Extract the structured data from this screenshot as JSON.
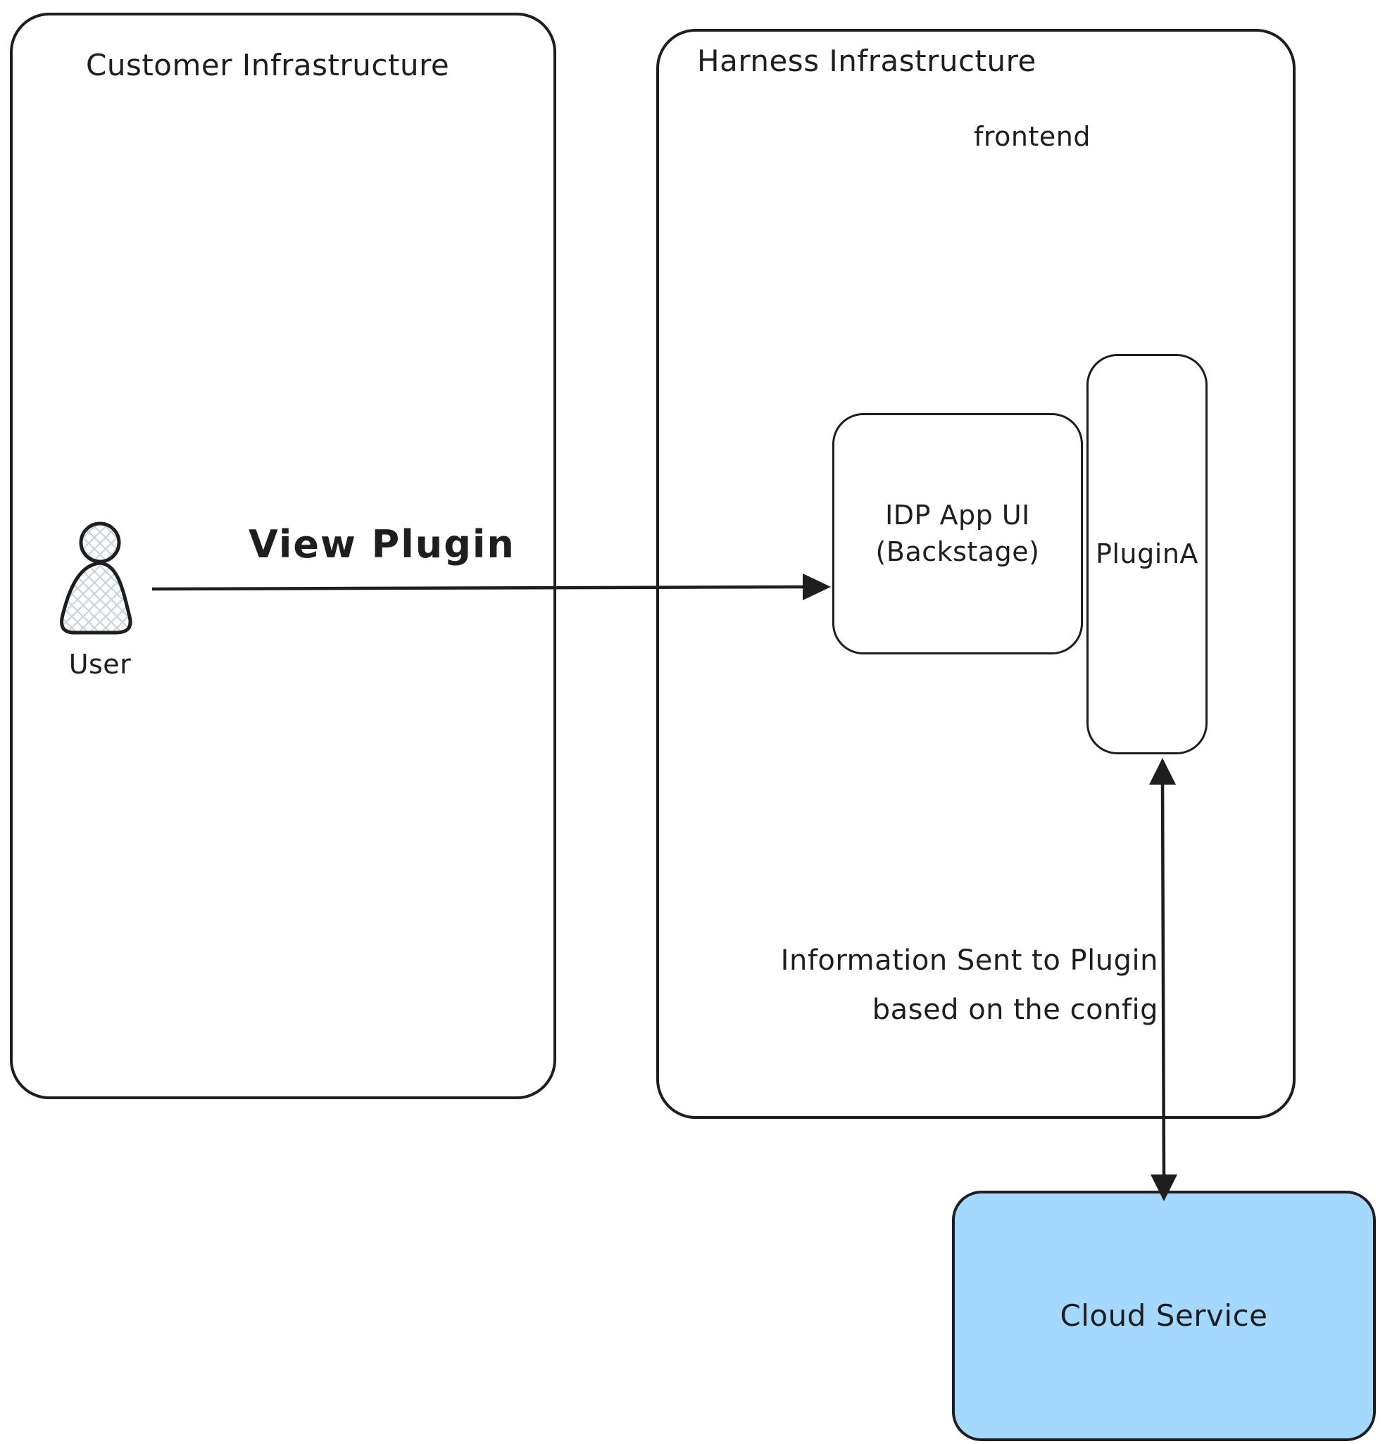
{
  "diagram": {
    "customer_box": {
      "label": "Customer Infrastructure"
    },
    "harness_box": {
      "label": "Harness Infrastructure",
      "sublabel": "frontend"
    },
    "idp_box": {
      "line1": "IDP App UI",
      "line2": "(Backstage)"
    },
    "plugin_box": {
      "label": "PluginA"
    },
    "cloud_box": {
      "label": "Cloud Service"
    },
    "user": {
      "label": "User"
    },
    "arrows": {
      "view_plugin": {
        "label": "View Plugin"
      },
      "info_sent": {
        "line1": "Information Sent to Plugin",
        "line2": "based on the config"
      }
    },
    "colors": {
      "stroke": "#1e1e1e",
      "cloud_fill": "#a5d8ff",
      "hatch": "#c9d2dc",
      "background": "#ffffff"
    }
  }
}
